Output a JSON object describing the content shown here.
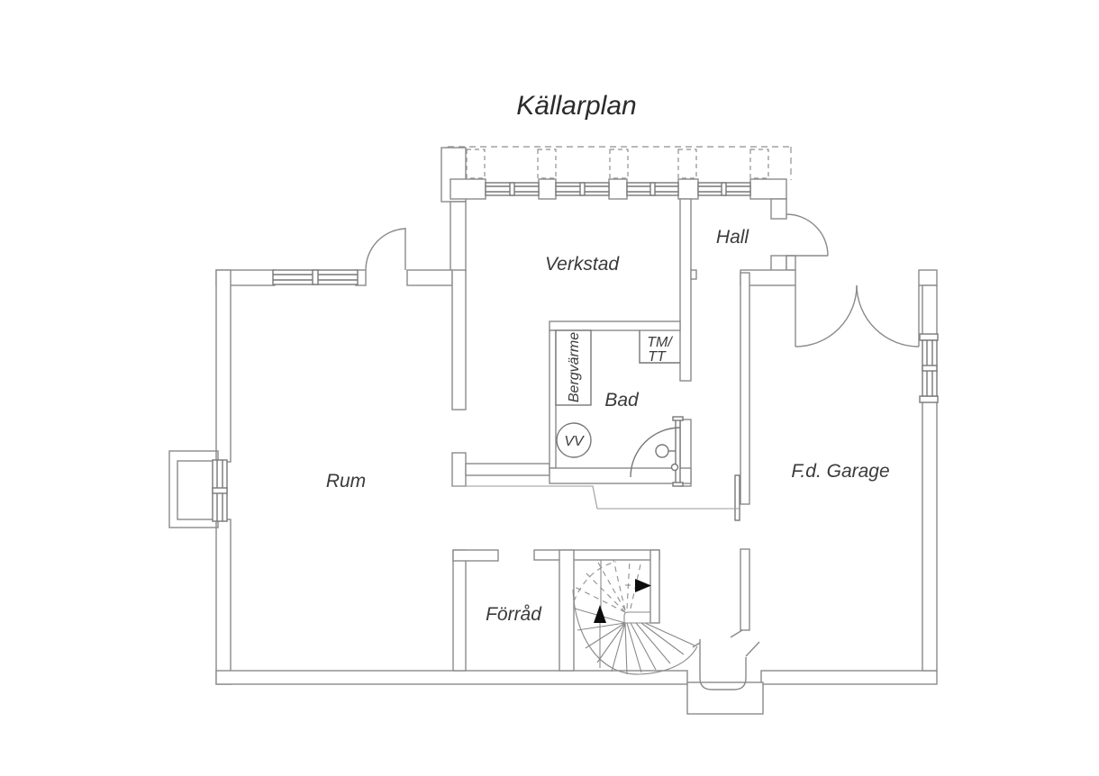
{
  "title": "Källarplan",
  "rooms": {
    "verkstad": "Verkstad",
    "hall": "Hall",
    "rum": "Rum",
    "bad": "Bad",
    "garage": "F.d. Garage",
    "forrad": "Förråd"
  },
  "fixtures": {
    "heat_pump": "Bergvärme",
    "washer_line1": "TM/",
    "washer_line2": "TT",
    "water_heater": "VV"
  },
  "icons": {
    "up_arrow": "stairs-up-arrow",
    "exit_arrow": "stairs-exit-arrow"
  },
  "colors": {
    "background": "#ffffff",
    "wall_line": "#8a8a8a",
    "text": "#3a3a3a",
    "arrow": "#0d0d0d"
  }
}
